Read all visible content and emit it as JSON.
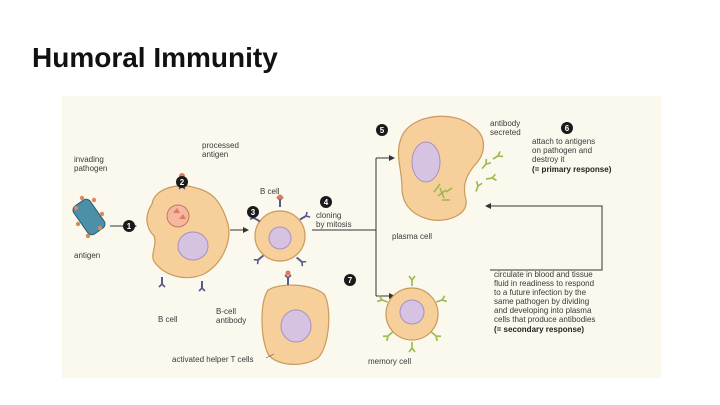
{
  "slide": {
    "title": "Humoral Immunity"
  },
  "diagram": {
    "steps": [
      "1",
      "2",
      "3",
      "4",
      "5",
      "6",
      "7"
    ],
    "labels": {
      "invading_pathogen_1": "invading",
      "invading_pathogen_2": "pathogen",
      "antigen": "antigen",
      "processed_antigen_1": "processed",
      "processed_antigen_2": "antigen",
      "b_cell_top": "B cell",
      "cloning_1": "cloning",
      "cloning_2": "by mitosis",
      "b_cell_bottom": "B cell",
      "b_cell_antibody_1": "B-cell",
      "b_cell_antibody_2": "antibody",
      "activated_helper": "activated helper T cells",
      "antibody_secreted_1": "antibody",
      "antibody_secreted_2": "secreted",
      "plasma_cell": "plasma cell",
      "attach_1": "attach to antigens",
      "attach_2": "on pathogen and",
      "attach_3": "destroy it",
      "primary_response": "(= primary response)",
      "circulate_1": "circulate in blood and tissue",
      "circulate_2": "fluid in readiness to respond",
      "circulate_3": "to a future infection by the",
      "circulate_4": "same pathogen by dividing",
      "circulate_5": "and developing into plasma",
      "circulate_6": "cells that produce antibodies",
      "secondary_response": "(= secondary response)",
      "memory_cell": "memory cell"
    },
    "colors": {
      "cell_fill": "#f6cf9a",
      "cell_stroke": "#c99a5c",
      "nucleus": "#d6c3e2",
      "pathogen": "#4b8fa8",
      "antibody": "#9bb84a",
      "marker": "#1a1a1a"
    }
  }
}
